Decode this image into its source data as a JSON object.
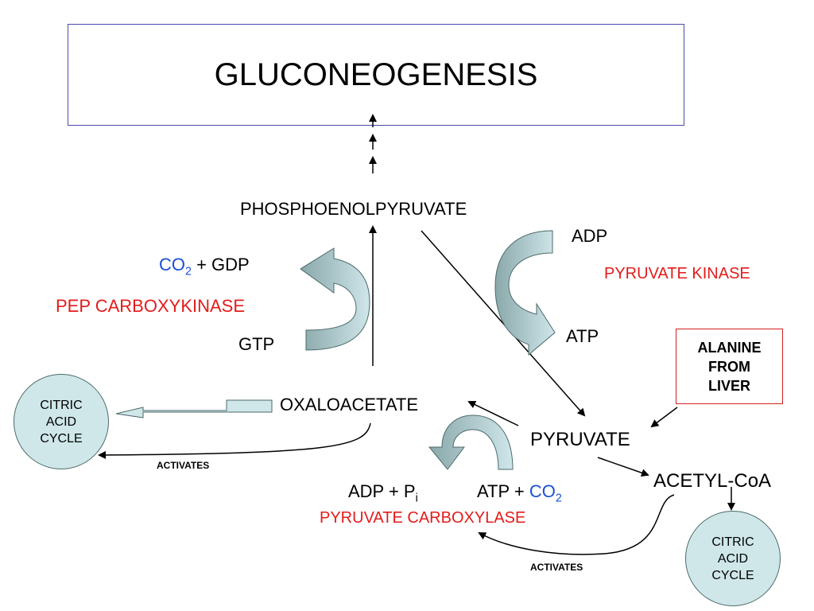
{
  "title": "GLUCONEOGENESIS",
  "nodes": {
    "pep": "PHOSPHOENOLPYRUVATE",
    "oxaloacetate": "OXALOACETATE",
    "pyruvate": "PYRUVATE",
    "acetyl_coa": "ACETYL-CoA",
    "citric_acid_cycle_left": "CITRIC\nACID\nCYCLE",
    "citric_acid_cycle_right": "CITRIC\nACID\nCYCLE",
    "alanine": "ALANINE\nFROM\nLIVER"
  },
  "reactants": {
    "co2": "CO",
    "co2_sub": "2",
    "plus_gdp": " + GDP",
    "gtp": "GTP",
    "adp": "ADP",
    "atp": "ATP",
    "adp_pi_prefix": "ADP + P",
    "pi_sub": "i",
    "atp_plus": "ATP + ",
    "co2b": "CO",
    "co2b_sub": "2"
  },
  "enzymes": {
    "pep_carboxykinase": "PEP CARBOXYKINASE",
    "pyruvate_kinase": "PYRUVATE KINASE",
    "pyruvate_carboxylase": "PYRUVATE CARBOXYLASE"
  },
  "annotations": {
    "activates_left": "ACTIVATES",
    "activates_right": "ACTIVATES"
  },
  "colors": {
    "enzyme": "#e41b1b",
    "co2": "#1a4fd6",
    "curved_arrow_fill": "#a8c8cc",
    "curved_arrow_dark": "#8aa8aa",
    "circle_fill": "#cfe7e9",
    "title_border": "#4a4ab0",
    "alanine_border": "#d42020"
  }
}
